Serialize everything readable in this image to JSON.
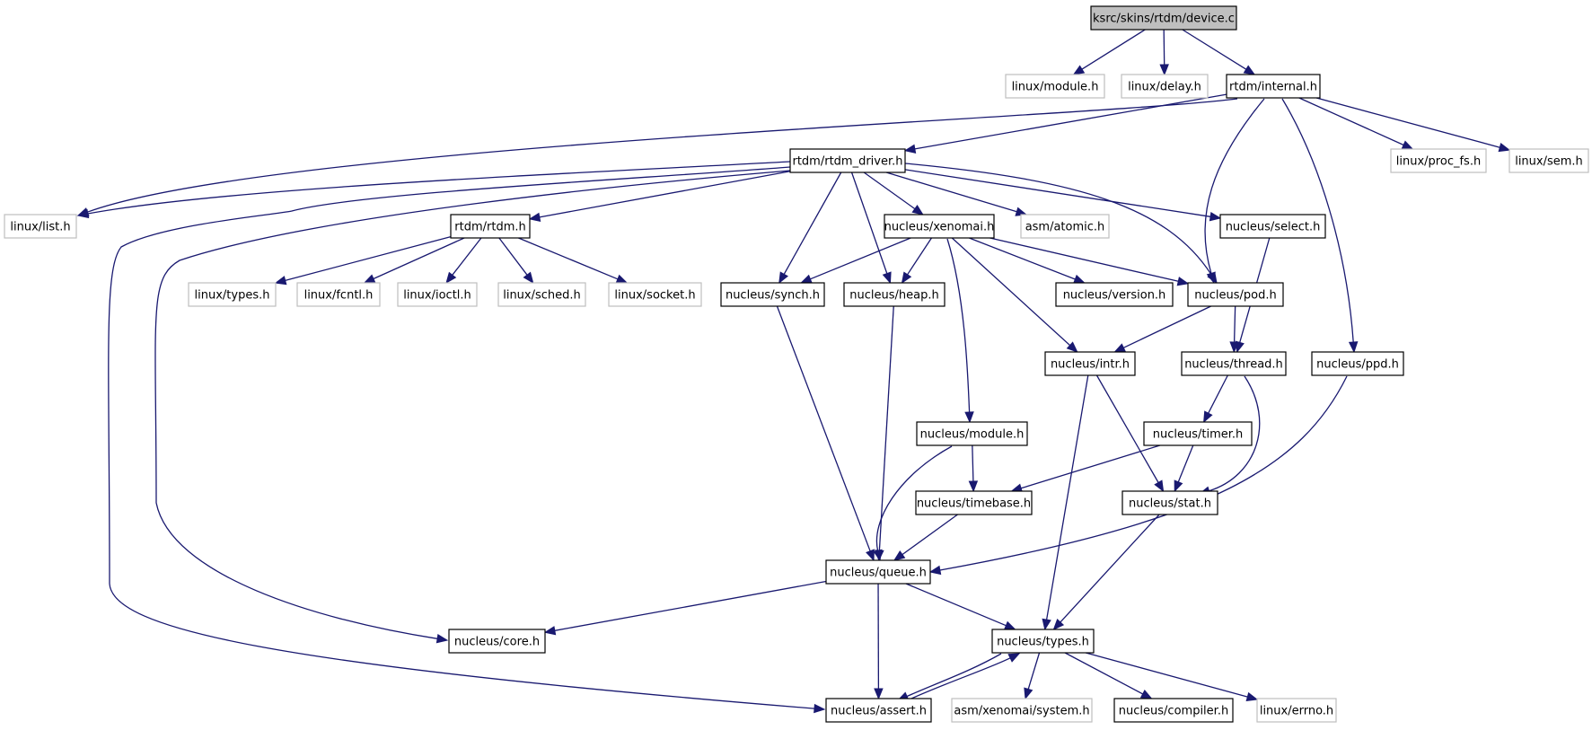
{
  "graph": {
    "colors": {
      "edge": "#191970",
      "documented_border": "#000000",
      "external_border": "#bfbfbf",
      "root_fill": "#bfbfbf"
    },
    "nodes": [
      {
        "id": "device_c",
        "label": "ksrc/skins/rtdm/device.c",
        "kind": "root"
      },
      {
        "id": "linux_module",
        "label": "linux/module.h",
        "kind": "external"
      },
      {
        "id": "linux_delay",
        "label": "linux/delay.h",
        "kind": "external"
      },
      {
        "id": "rtdm_internal",
        "label": "rtdm/internal.h",
        "kind": "documented"
      },
      {
        "id": "rtdm_driver",
        "label": "rtdm/rtdm_driver.h",
        "kind": "documented"
      },
      {
        "id": "linux_proc_fs",
        "label": "linux/proc_fs.h",
        "kind": "external"
      },
      {
        "id": "linux_sem",
        "label": "linux/sem.h",
        "kind": "external"
      },
      {
        "id": "linux_list",
        "label": "linux/list.h",
        "kind": "external"
      },
      {
        "id": "rtdm_rtdm",
        "label": "rtdm/rtdm.h",
        "kind": "documented"
      },
      {
        "id": "nucleus_xenomai",
        "label": "nucleus/xenomai.h",
        "kind": "documented"
      },
      {
        "id": "asm_atomic",
        "label": "asm/atomic.h",
        "kind": "external"
      },
      {
        "id": "nucleus_select",
        "label": "nucleus/select.h",
        "kind": "documented"
      },
      {
        "id": "linux_types",
        "label": "linux/types.h",
        "kind": "external"
      },
      {
        "id": "linux_fcntl",
        "label": "linux/fcntl.h",
        "kind": "external"
      },
      {
        "id": "linux_ioctl",
        "label": "linux/ioctl.h",
        "kind": "external"
      },
      {
        "id": "linux_sched",
        "label": "linux/sched.h",
        "kind": "external"
      },
      {
        "id": "linux_socket",
        "label": "linux/socket.h",
        "kind": "external"
      },
      {
        "id": "nucleus_synch",
        "label": "nucleus/synch.h",
        "kind": "documented"
      },
      {
        "id": "nucleus_heap",
        "label": "nucleus/heap.h",
        "kind": "documented"
      },
      {
        "id": "nucleus_version",
        "label": "nucleus/version.h",
        "kind": "documented"
      },
      {
        "id": "nucleus_pod",
        "label": "nucleus/pod.h",
        "kind": "documented"
      },
      {
        "id": "nucleus_intr",
        "label": "nucleus/intr.h",
        "kind": "documented"
      },
      {
        "id": "nucleus_thread",
        "label": "nucleus/thread.h",
        "kind": "documented"
      },
      {
        "id": "nucleus_ppd",
        "label": "nucleus/ppd.h",
        "kind": "documented"
      },
      {
        "id": "nucleus_module",
        "label": "nucleus/module.h",
        "kind": "documented"
      },
      {
        "id": "nucleus_timer",
        "label": "nucleus/timer.h",
        "kind": "documented"
      },
      {
        "id": "nucleus_timebase",
        "label": "nucleus/timebase.h",
        "kind": "documented"
      },
      {
        "id": "nucleus_stat",
        "label": "nucleus/stat.h",
        "kind": "documented"
      },
      {
        "id": "nucleus_queue",
        "label": "nucleus/queue.h",
        "kind": "documented"
      },
      {
        "id": "nucleus_core",
        "label": "nucleus/core.h",
        "kind": "documented"
      },
      {
        "id": "nucleus_types",
        "label": "nucleus/types.h",
        "kind": "documented"
      },
      {
        "id": "nucleus_assert",
        "label": "nucleus/assert.h",
        "kind": "documented"
      },
      {
        "id": "asm_xenomai_system",
        "label": "asm/xenomai/system.h",
        "kind": "external"
      },
      {
        "id": "nucleus_compiler",
        "label": "nucleus/compiler.h",
        "kind": "documented"
      },
      {
        "id": "linux_errno",
        "label": "linux/errno.h",
        "kind": "external"
      }
    ],
    "edges": [
      [
        "device_c",
        "linux_module"
      ],
      [
        "device_c",
        "linux_delay"
      ],
      [
        "device_c",
        "rtdm_internal"
      ],
      [
        "rtdm_internal",
        "rtdm_driver"
      ],
      [
        "rtdm_internal",
        "linux_list"
      ],
      [
        "rtdm_internal",
        "nucleus_pod"
      ],
      [
        "rtdm_internal",
        "nucleus_ppd"
      ],
      [
        "rtdm_internal",
        "linux_proc_fs"
      ],
      [
        "rtdm_internal",
        "linux_sem"
      ],
      [
        "rtdm_driver",
        "linux_list"
      ],
      [
        "rtdm_driver",
        "nucleus_assert"
      ],
      [
        "rtdm_driver",
        "nucleus_core"
      ],
      [
        "rtdm_driver",
        "rtdm_rtdm"
      ],
      [
        "rtdm_driver",
        "nucleus_synch"
      ],
      [
        "rtdm_driver",
        "nucleus_heap"
      ],
      [
        "rtdm_driver",
        "nucleus_xenomai"
      ],
      [
        "rtdm_driver",
        "asm_atomic"
      ],
      [
        "rtdm_driver",
        "nucleus_pod"
      ],
      [
        "rtdm_driver",
        "nucleus_select"
      ],
      [
        "rtdm_rtdm",
        "linux_types"
      ],
      [
        "rtdm_rtdm",
        "linux_fcntl"
      ],
      [
        "rtdm_rtdm",
        "linux_ioctl"
      ],
      [
        "rtdm_rtdm",
        "linux_sched"
      ],
      [
        "rtdm_rtdm",
        "linux_socket"
      ],
      [
        "nucleus_xenomai",
        "nucleus_synch"
      ],
      [
        "nucleus_xenomai",
        "nucleus_heap"
      ],
      [
        "nucleus_xenomai",
        "nucleus_module"
      ],
      [
        "nucleus_xenomai",
        "nucleus_intr"
      ],
      [
        "nucleus_xenomai",
        "nucleus_version"
      ],
      [
        "nucleus_xenomai",
        "nucleus_pod"
      ],
      [
        "nucleus_select",
        "nucleus_thread"
      ],
      [
        "nucleus_synch",
        "nucleus_queue"
      ],
      [
        "nucleus_heap",
        "nucleus_queue"
      ],
      [
        "nucleus_pod",
        "nucleus_intr"
      ],
      [
        "nucleus_pod",
        "nucleus_thread"
      ],
      [
        "nucleus_intr",
        "nucleus_types"
      ],
      [
        "nucleus_intr",
        "nucleus_stat"
      ],
      [
        "nucleus_thread",
        "nucleus_timer"
      ],
      [
        "nucleus_thread",
        "nucleus_stat"
      ],
      [
        "nucleus_ppd",
        "nucleus_queue"
      ],
      [
        "nucleus_module",
        "nucleus_timebase"
      ],
      [
        "nucleus_module",
        "nucleus_queue"
      ],
      [
        "nucleus_timer",
        "nucleus_timebase"
      ],
      [
        "nucleus_timer",
        "nucleus_stat"
      ],
      [
        "nucleus_timebase",
        "nucleus_queue"
      ],
      [
        "nucleus_stat",
        "nucleus_types"
      ],
      [
        "nucleus_queue",
        "nucleus_core"
      ],
      [
        "nucleus_queue",
        "nucleus_types"
      ],
      [
        "nucleus_queue",
        "nucleus_assert"
      ],
      [
        "nucleus_types",
        "nucleus_assert"
      ],
      [
        "nucleus_assert",
        "nucleus_types"
      ],
      [
        "nucleus_types",
        "asm_xenomai_system"
      ],
      [
        "nucleus_types",
        "nucleus_compiler"
      ],
      [
        "nucleus_types",
        "linux_errno"
      ]
    ]
  }
}
